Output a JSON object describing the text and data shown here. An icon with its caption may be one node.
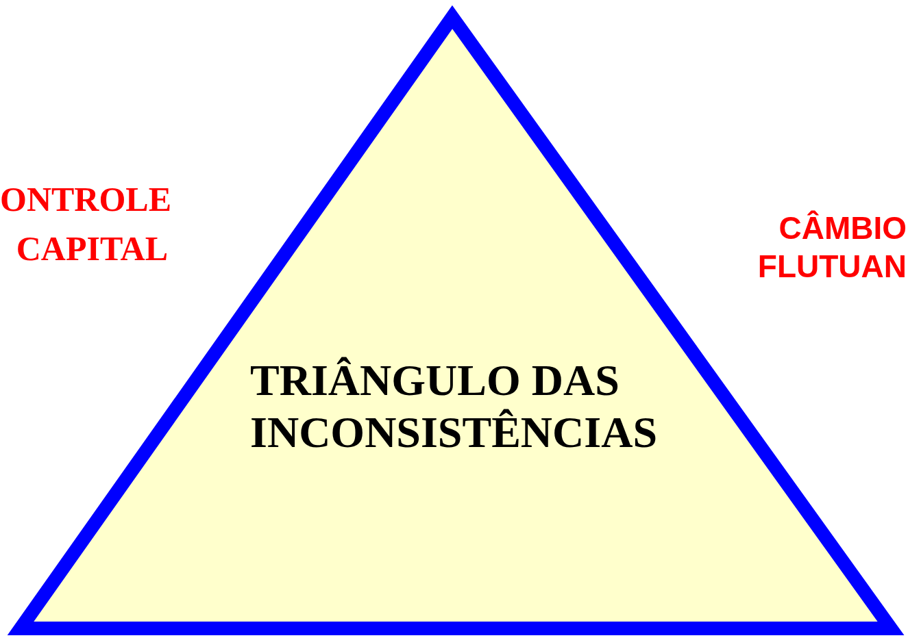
{
  "diagram": {
    "nodes": [
      {
        "text": [
          "TRIÂNGULO DAS INCONSISTÊNCIAS"
        ]
      }
    ],
    "labels": [
      "ONTROLE CAPITAL",
      "CÂMBIO FLUTUAN"
    ]
  }
}
